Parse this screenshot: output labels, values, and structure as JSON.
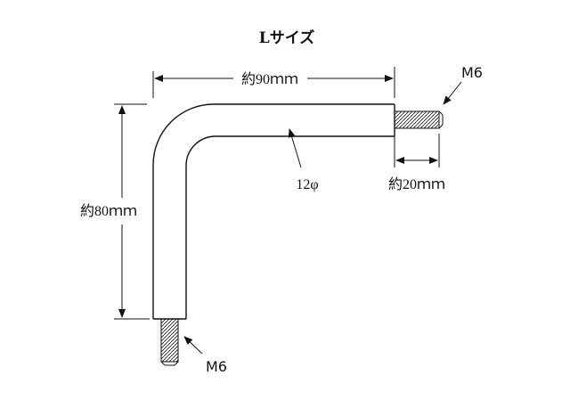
{
  "title": "Lサイズ",
  "dimensions": {
    "width": "約90ｍｍ",
    "height": "約80ｍｍ",
    "thread_length": "約20ｍｍ",
    "diameter": "12φ"
  },
  "labels": {
    "thread_right": "M6",
    "thread_bottom": "M6"
  },
  "colors": {
    "line": "#111111",
    "background": "#ffffff"
  }
}
